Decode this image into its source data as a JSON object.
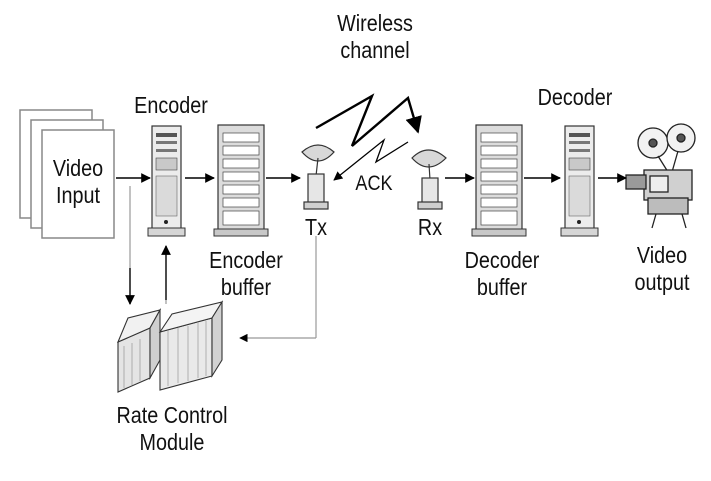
{
  "diagram": {
    "video_input": [
      "Video",
      "Input"
    ],
    "encoder": "Encoder",
    "encoder_buffer": [
      "Encoder",
      "buffer"
    ],
    "wireless_channel": [
      "Wireless",
      "channel"
    ],
    "ack": "ACK",
    "tx": "Tx",
    "rx": "Rx",
    "decoder": "Decoder",
    "decoder_buffer": [
      "Decoder",
      "buffer"
    ],
    "video_output": [
      "Video",
      "output"
    ],
    "rate_control": [
      "Rate Control",
      "Module"
    ]
  }
}
